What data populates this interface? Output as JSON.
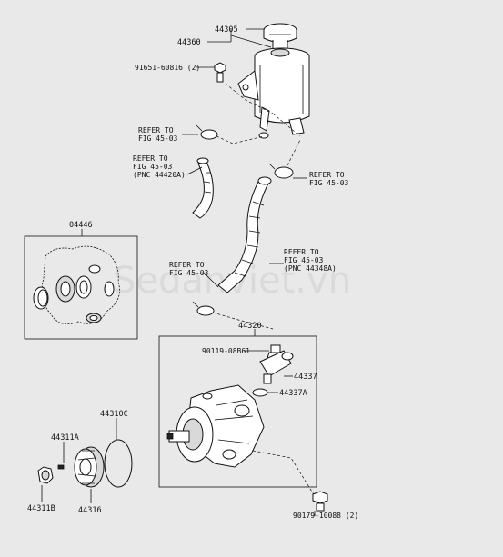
{
  "watermark": "Sedanviet.vn",
  "part_numbers": {
    "cap": "44305",
    "reservoir": "44360",
    "reservoir_bolt": "91651-60816 (2)",
    "gasket_kit": "04446",
    "pump_assy": "44320",
    "union_bolt": "90119-08B61",
    "union": "44337",
    "oring": "44337A",
    "pump_oring": "44310C",
    "key": "44311A",
    "nut": "44311B",
    "pulley": "44316",
    "pump_bolt": "90179-10088 (2)"
  },
  "refer_notes": {
    "clip_ref_1": [
      "REFER TO",
      "FIG 45-03"
    ],
    "hose_ref_1": [
      "REFER TO",
      "FIG 45-03",
      "(PNC 44420A)"
    ],
    "clip_ref_2": [
      "REFER TO",
      "FIG 45-03"
    ],
    "hose_ref_2": [
      "REFER TO",
      "FIG 45-03",
      "(PNC 44348A)"
    ],
    "clip_ref_3": [
      "REFER TO",
      "FIG 45-03"
    ]
  }
}
